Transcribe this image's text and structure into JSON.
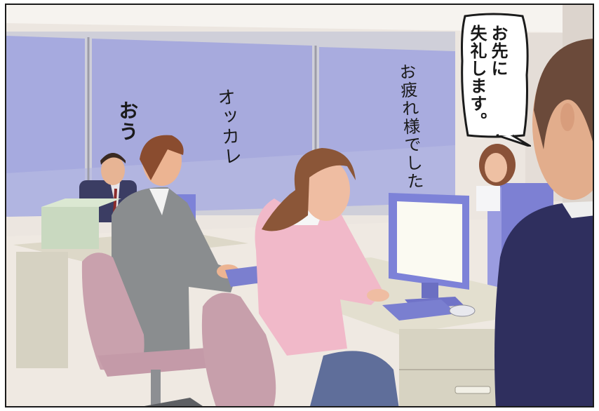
{
  "dialogue": {
    "speech_bubble": "お先に\n失礼します。",
    "coworker_reply_left": "おう",
    "coworker_reply_middle": "オッカレ",
    "coworker_reply_right": "お疲れ様でした"
  },
  "colors": {
    "window_glass": "#a7aadd",
    "window_frame": "#cfcfd7",
    "wall": "#e9e2dc",
    "pink_cardigan": "#f1b9c9",
    "chair": "#c9a1ad",
    "desk": "#dedacb",
    "monitor": "#7d82d8",
    "suit_gray": "#8a8d8f",
    "suit_navy": "#2f2f5e",
    "hair_brown": "#7a4a35"
  }
}
